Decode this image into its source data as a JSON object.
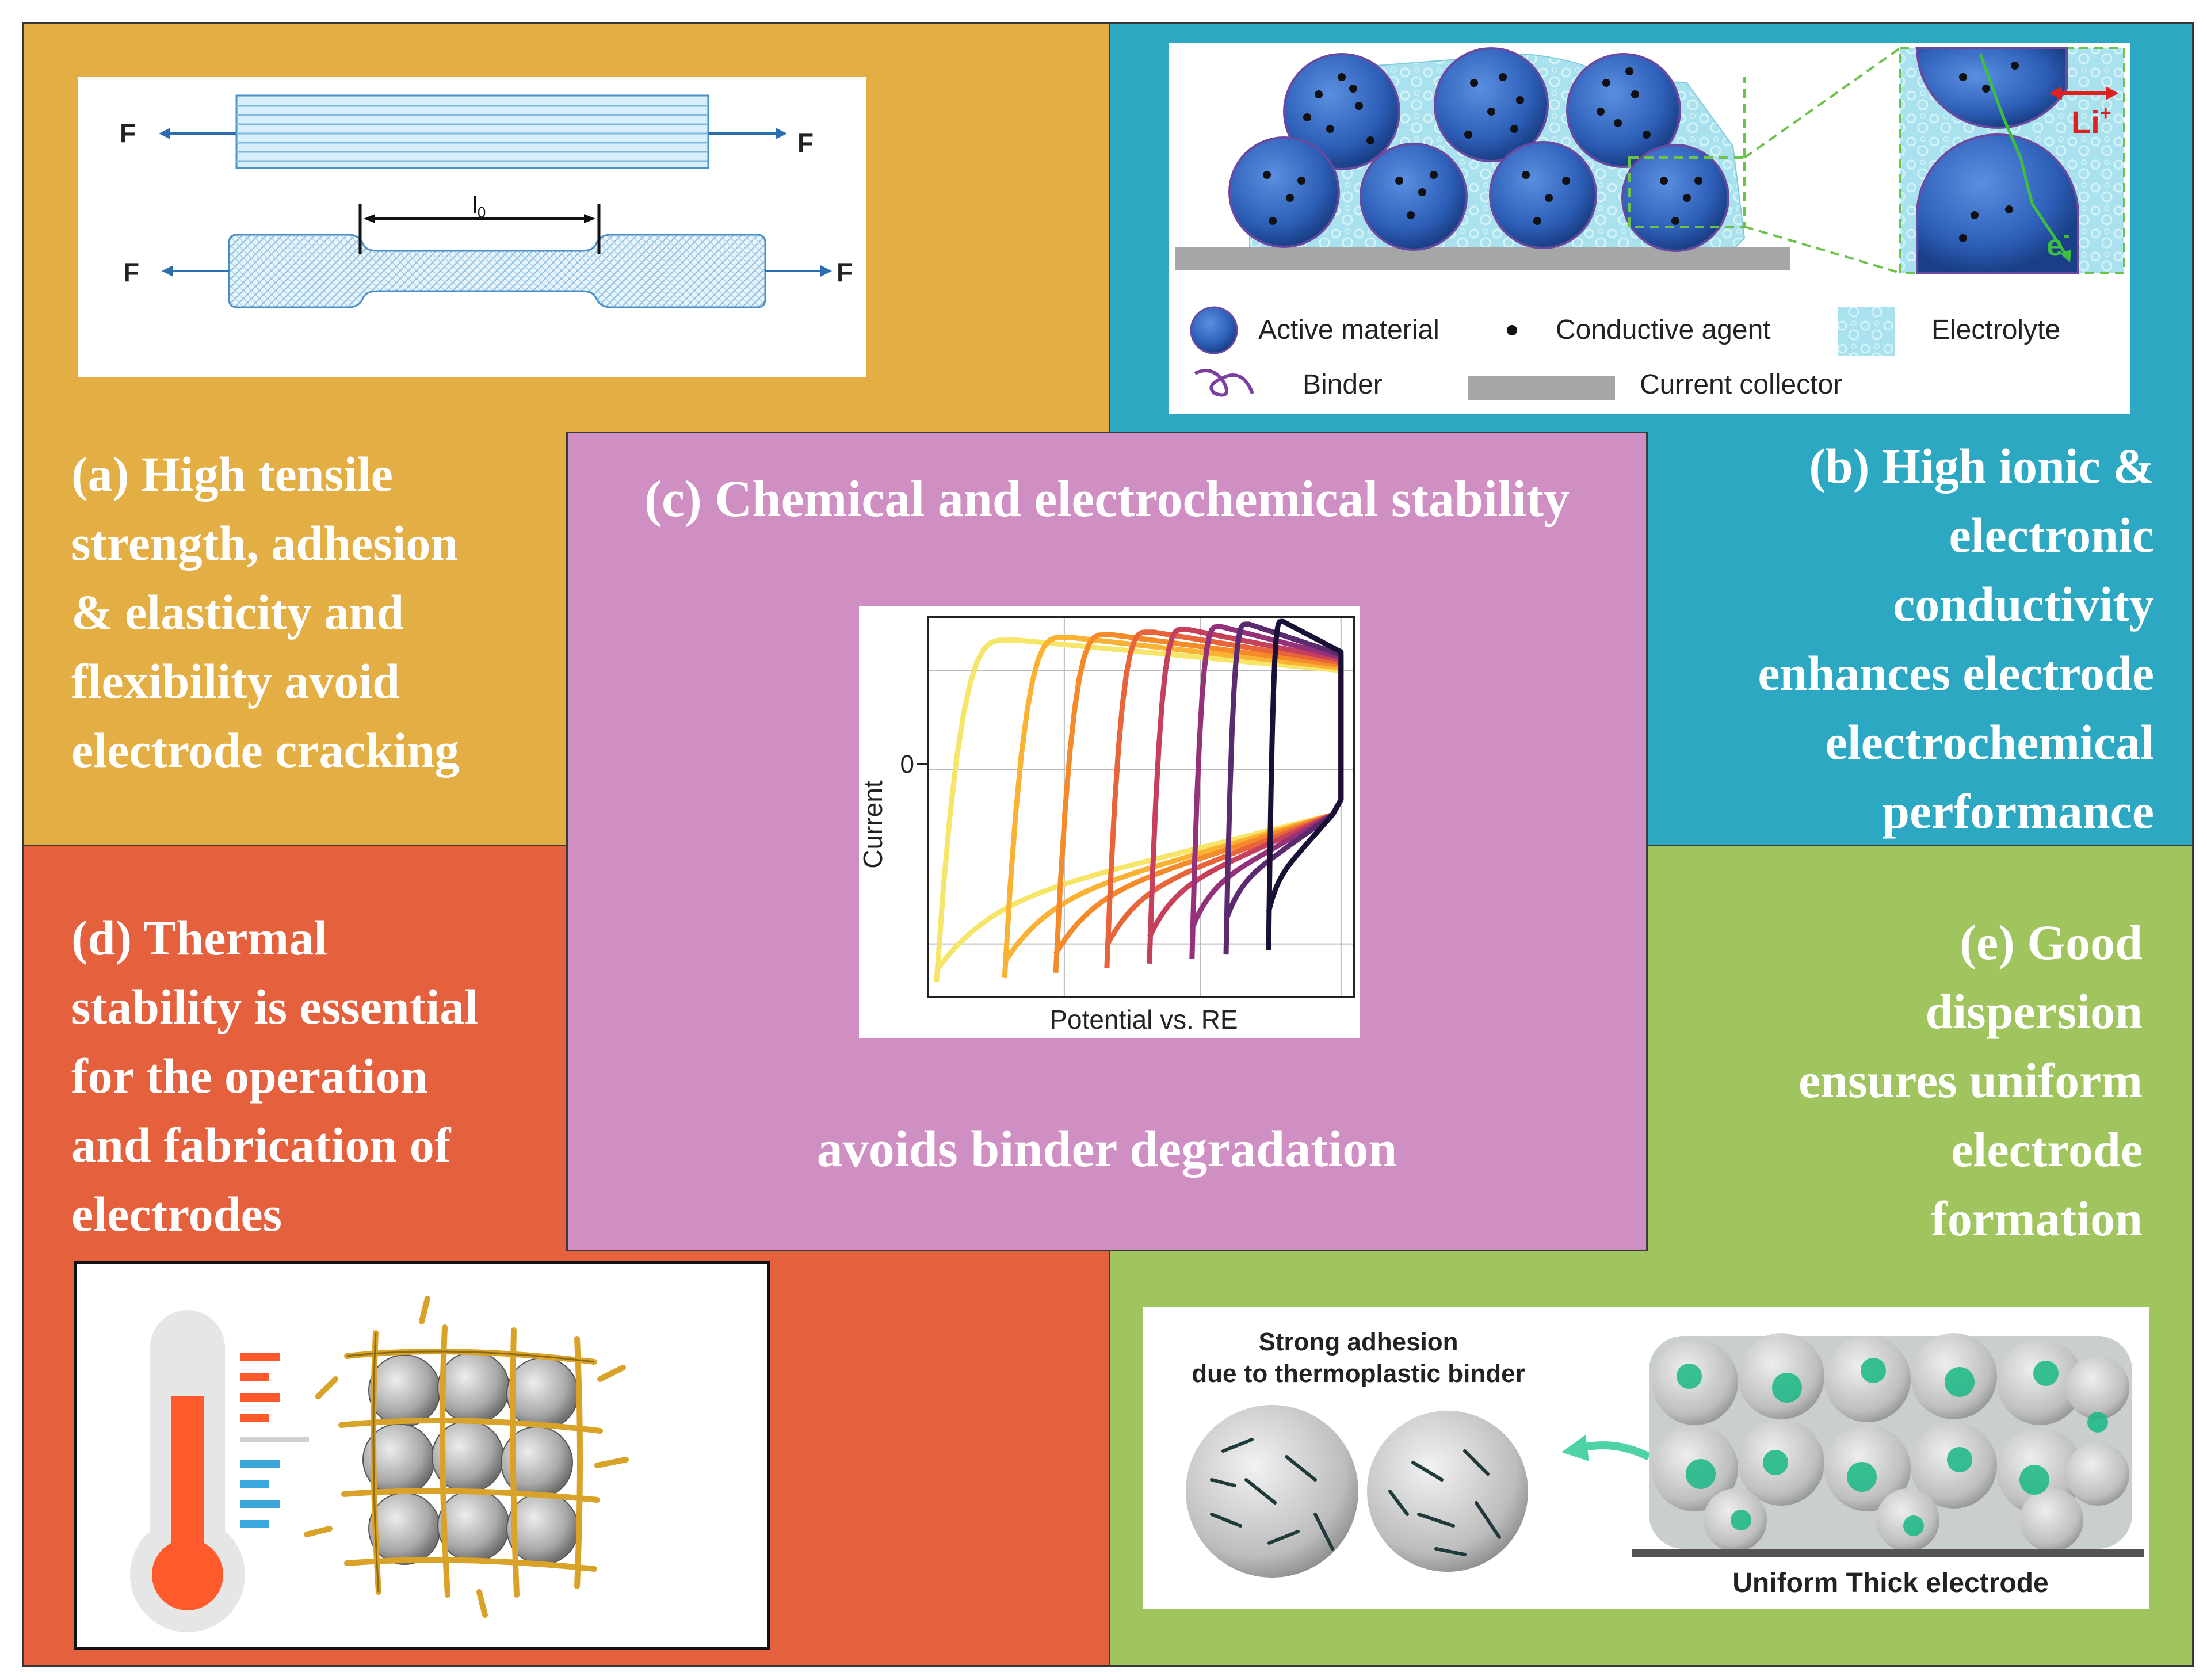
{
  "panels": {
    "a": {
      "caption_lines": [
        "(a) High tensile",
        "strength, adhesion",
        "& elasticity and",
        "flexibility avoid",
        "electrode cracking"
      ],
      "diagram": {
        "force_label": "F",
        "gauge_length_label": "l",
        "gauge_length_sub": "0"
      }
    },
    "b": {
      "caption_lines": [
        "(b) High ionic &",
        "electronic",
        "conductivity",
        "enhances electrode",
        "electrochemical",
        "performance"
      ],
      "diagram": {
        "ion_label": "Li",
        "ion_charge": "+",
        "electron_label": "e",
        "electron_charge": "-",
        "legend": {
          "active_material": "Active material",
          "conductive_agent": "Conductive agent",
          "electrolyte": "Electrolyte",
          "binder": "Binder",
          "current_collector": "Current collector"
        }
      }
    },
    "c": {
      "title": "(c) Chemical and electrochemical stability",
      "subtitle": "avoids binder degradation"
    },
    "d": {
      "caption_lines": [
        "(d) Thermal",
        "stability is essential",
        "for the operation",
        "and fabrication of",
        "electrodes"
      ]
    },
    "e": {
      "caption_lines": [
        "(e) Good",
        "dispersion",
        "ensures uniform",
        "electrode",
        "formation"
      ],
      "diagram": {
        "adhesion_lines": [
          "Strong adhesion",
          "due to thermoplastic binder"
        ],
        "electrode_label": "Uniform Thick electrode"
      }
    }
  },
  "chart_data": {
    "type": "line",
    "title": "",
    "xlabel": "Potential vs. RE",
    "ylabel": "Current",
    "y_ticks": [
      "0"
    ],
    "grid": true,
    "series_colors": [
      "#F5E66A",
      "#F9B233",
      "#F58A2B",
      "#E8643A",
      "#C6405C",
      "#95307A",
      "#5C2A6E",
      "#1A1035"
    ],
    "onset_potentials": [
      0.02,
      0.18,
      0.3,
      0.42,
      0.52,
      0.62,
      0.7,
      0.8
    ],
    "upper_limit": 0.97
  },
  "colors": {
    "panel_a": "#E3AF45",
    "panel_b": "#2CA8C2",
    "panel_c": "#D08FC2",
    "panel_d": "#E5603D",
    "panel_e": "#A1C55E",
    "text": "#FFFFFF"
  }
}
